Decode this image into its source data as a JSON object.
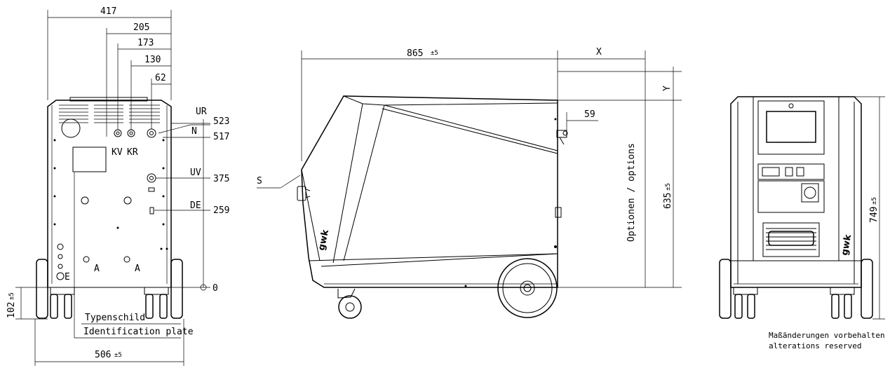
{
  "front_view": {
    "width_overall": "417",
    "dim_205": "205",
    "dim_173": "173",
    "dim_130": "130",
    "dim_62": "62",
    "conn_UR": "UR",
    "conn_N": "N",
    "conn_KV": "KV",
    "conn_KR": "KR",
    "conn_UV": "UV",
    "conn_DE": "DE",
    "conn_A1": "A",
    "conn_A2": "A",
    "conn_E": "E",
    "height_523": "523",
    "height_517": "517",
    "height_375": "375",
    "height_259": "259",
    "height_0": "0",
    "foot_height": "102",
    "foot_tol": "±5",
    "width_base": "506",
    "width_base_tol": "±5",
    "plate_label_de": "Typenschild",
    "plate_label_en": "Identification plate"
  },
  "side_view": {
    "length": "865",
    "length_tol": "±5",
    "dim_X": "X",
    "dim_Y": "Y",
    "dim_59": "59",
    "label_S": "S",
    "height": "635",
    "height_tol": "±5",
    "options_label": "Optionen / options",
    "brand": "gwk"
  },
  "rear_view": {
    "height": "749",
    "height_tol": "±5",
    "brand": "gwk"
  },
  "note": {
    "line_de": "Maßänderungen vorbehalten",
    "line_en": "alterations reserved"
  }
}
